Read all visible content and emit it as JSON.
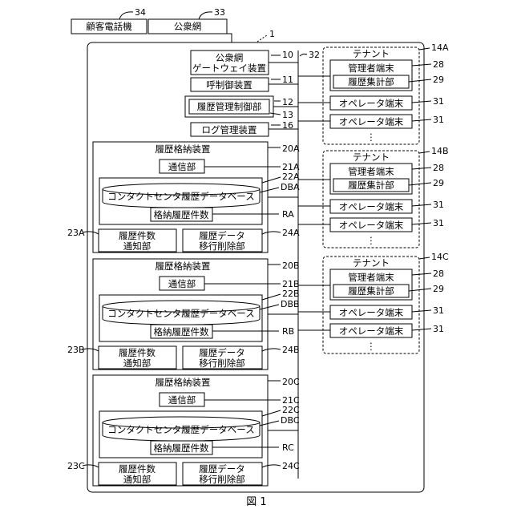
{
  "caption": "図 1",
  "top": {
    "customer_phone": "顧客電話機",
    "customer_phone_ref": "34",
    "public_network": "公衆網",
    "public_network_ref": "33"
  },
  "system": {
    "ref": "1",
    "gateway_line1": "公衆網",
    "gateway_line2": "ゲートウェイ装置",
    "gateway_ref": "10",
    "call_control": "呼制御装置",
    "call_control_ref": "11",
    "history_mgmt": "履歴管理制御部",
    "history_mgmt_ref_a": "12",
    "history_mgmt_ref_b": "13",
    "log_mgmt": "ログ管理装置",
    "log_mgmt_ref": "16",
    "bus_ref": "32"
  },
  "storages": [
    {
      "title": "履歴格納装置",
      "ref": "20A",
      "comm": "通信部",
      "comm_ref": "21A",
      "db": "コンタクトセンタ履歴データベース",
      "db_ref": "22A",
      "db_id": "DBA",
      "count": "格納履歴件数",
      "count_ref": "RA",
      "notify_1": "履歴件数",
      "notify_2": "通知部",
      "notify_ref": "23A",
      "delete_1": "履歴データ",
      "delete_2": "移行削除部",
      "delete_ref": "24A"
    },
    {
      "title": "履歴格納装置",
      "ref": "20B",
      "comm": "通信部",
      "comm_ref": "21B",
      "db": "コンタクトセンタ履歴データベース",
      "db_ref": "22B",
      "db_id": "DBB",
      "count": "格納履歴件数",
      "count_ref": "RB",
      "notify_1": "履歴件数",
      "notify_2": "通知部",
      "notify_ref": "23B",
      "delete_1": "履歴データ",
      "delete_2": "移行削除部",
      "delete_ref": "24B"
    },
    {
      "title": "履歴格納装置",
      "ref": "20C",
      "comm": "通信部",
      "comm_ref": "21C",
      "db": "コンタクトセンタ履歴データベース",
      "db_ref": "22C",
      "db_id": "DBC",
      "count": "格納履歴件数",
      "count_ref": "RC",
      "notify_1": "履歴件数",
      "notify_2": "通知部",
      "notify_ref": "23C",
      "delete_1": "履歴データ",
      "delete_2": "移行削除部",
      "delete_ref": "24C"
    }
  ],
  "tenants": [
    {
      "title": "テナント",
      "ref": "14A",
      "admin": "管理者端末",
      "admin_ref": "28",
      "aggregator": "履歴集計部",
      "aggregator_ref": "29",
      "operator_1": "オペレータ端末",
      "operator_1_ref": "31",
      "operator_2": "オペレータ端末",
      "operator_2_ref": "31",
      "more": "⋮"
    },
    {
      "title": "テナント",
      "ref": "14B",
      "admin": "管理者端末",
      "admin_ref": "28",
      "aggregator": "履歴集計部",
      "aggregator_ref": "29",
      "operator_1": "オペレータ端末",
      "operator_1_ref": "31",
      "operator_2": "オペレータ端末",
      "operator_2_ref": "31",
      "more": "⋮"
    },
    {
      "title": "テナント",
      "ref": "14C",
      "admin": "管理者端末",
      "admin_ref": "28",
      "aggregator": "履歴集計部",
      "aggregator_ref": "29",
      "operator_1": "オペレータ端末",
      "operator_1_ref": "31",
      "operator_2": "オペレータ端末",
      "operator_2_ref": "31",
      "more": "⋮"
    }
  ]
}
